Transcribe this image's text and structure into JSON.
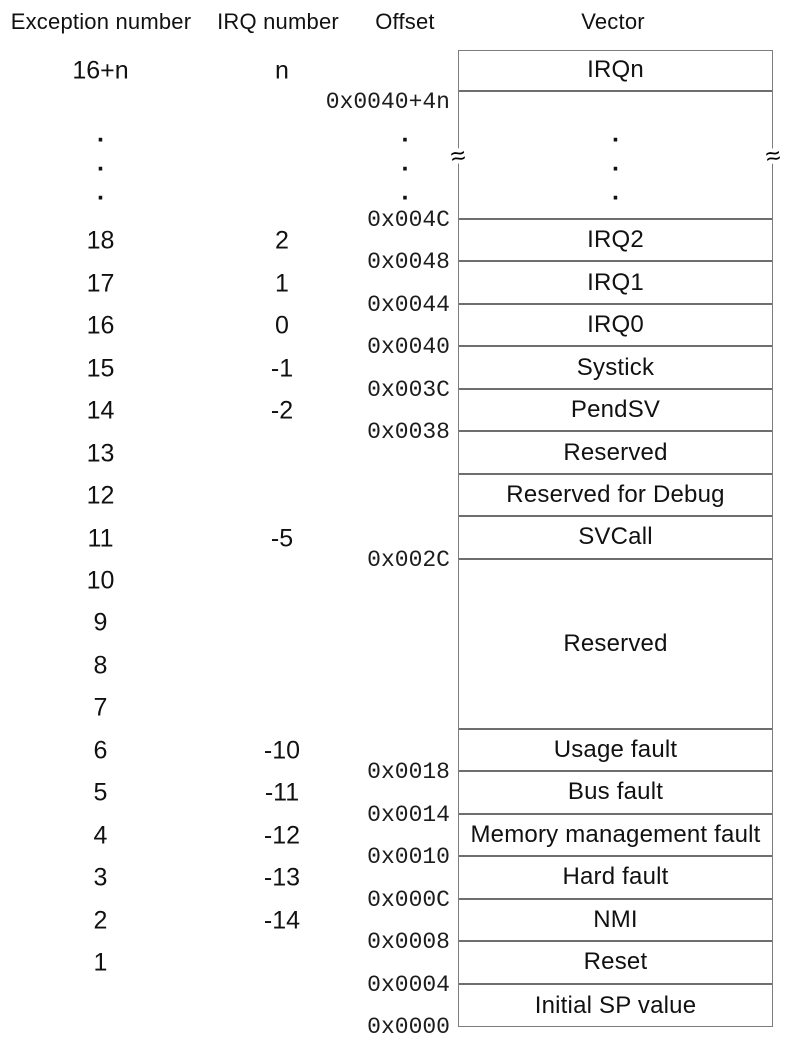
{
  "header": {
    "columns": [
      "Exception number",
      "IRQ number",
      "Offset",
      "Vector"
    ]
  },
  "icons": {
    "break_mark": "≈"
  },
  "colors": {
    "background": "#ffffff",
    "line": "#6e6e6e",
    "edge": "#7d7d7d",
    "text": "#111111"
  },
  "diagram": {
    "rows": [
      {
        "exception": "16+n",
        "irq": "n",
        "vector": "IRQn",
        "offset": "0x0040+4n",
        "units": 1,
        "offset_below": true
      },
      {
        "type": "gap",
        "units": 3,
        "offset": "0x004C",
        "dots": [
          ".",
          ".",
          "."
        ]
      },
      {
        "exception": "18",
        "irq": "2",
        "vector": "IRQ2",
        "offset": "0x0048",
        "units": 1
      },
      {
        "exception": "17",
        "irq": "1",
        "vector": "IRQ1",
        "offset": "0x0044",
        "units": 1
      },
      {
        "exception": "16",
        "irq": "0",
        "vector": "IRQ0",
        "offset": "0x0040",
        "units": 1
      },
      {
        "exception": "15",
        "irq": "-1",
        "vector": "Systick",
        "offset": "0x003C",
        "units": 1
      },
      {
        "exception": "14",
        "irq": "-2",
        "vector": "PendSV",
        "offset": "0x0038",
        "units": 1
      },
      {
        "exception": "13",
        "irq": "",
        "vector": "Reserved",
        "offset": "",
        "units": 1
      },
      {
        "exception": "12",
        "irq": "",
        "vector": "Reserved for Debug",
        "offset": "",
        "units": 1
      },
      {
        "exception": "11",
        "irq": "-5",
        "vector": "SVCall",
        "offset": "0x002C",
        "units": 1
      },
      {
        "exceptions": [
          "10",
          "9",
          "8",
          "7"
        ],
        "irq": "",
        "vector": "Reserved",
        "offset": "",
        "units": 4
      },
      {
        "exception": "6",
        "irq": "-10",
        "vector": "Usage fault",
        "offset": "0x0018",
        "units": 1
      },
      {
        "exception": "5",
        "irq": "-11",
        "vector": "Bus fault",
        "offset": "0x0014",
        "units": 1
      },
      {
        "exception": "4",
        "irq": "-12",
        "vector": "Memory management fault",
        "offset": "0x0010",
        "units": 1
      },
      {
        "exception": "3",
        "irq": "-13",
        "vector": "Hard fault",
        "offset": "0x000C",
        "units": 1
      },
      {
        "exception": "2",
        "irq": "-14",
        "vector": "NMI",
        "offset": "0x0008",
        "units": 1
      },
      {
        "exception": "1",
        "irq": "",
        "vector": "Reset",
        "offset": "0x0004",
        "units": 1
      },
      {
        "exception": "",
        "irq": "",
        "vector": "Initial SP value",
        "offset": "0x0000",
        "units": 1
      }
    ]
  }
}
